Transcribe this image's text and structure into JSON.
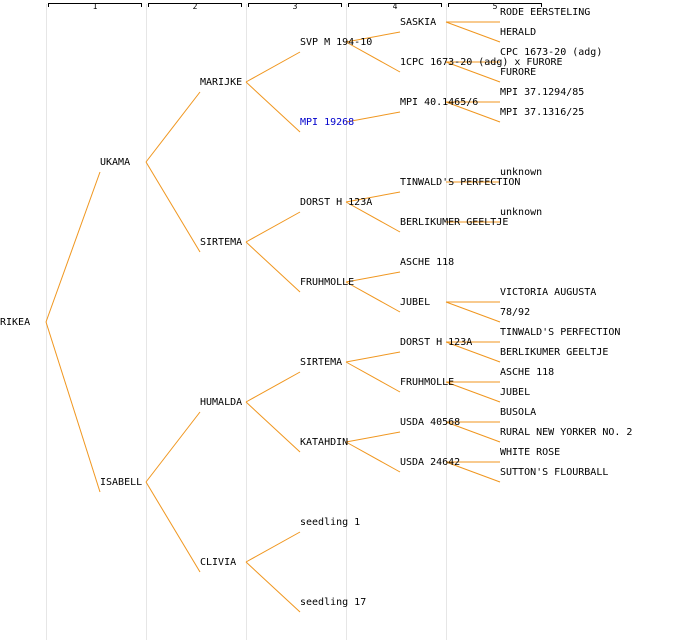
{
  "columns": [
    "1",
    "2",
    "3",
    "4",
    "5"
  ],
  "colors": {
    "edge": "#f0961e",
    "link": "#0000cc",
    "text": "#000000",
    "guide": "#e6e6e6"
  },
  "nodes": {
    "rikea": {
      "label": "RIKEA"
    },
    "ukama": {
      "label": "UKAMA"
    },
    "isabell": {
      "label": "ISABELL"
    },
    "marijke": {
      "label": "MARIJKE"
    },
    "sirtema_a": {
      "label": "SIRTEMA"
    },
    "humalda": {
      "label": "HUMALDA"
    },
    "clivia": {
      "label": "CLIVIA"
    },
    "svp": {
      "label": "SVP M 194-10"
    },
    "mpi19268": {
      "label": "MPI 19268",
      "link": true
    },
    "dorst_a": {
      "label": "DORST H 123A"
    },
    "fruhmolle_a": {
      "label": "FRUHMOLLE"
    },
    "sirtema_b": {
      "label": "SIRTEMA"
    },
    "katahdin": {
      "label": "KATAHDIN"
    },
    "seedling1": {
      "label": "seedling 1"
    },
    "seedling17": {
      "label": "seedling 17"
    },
    "saskia": {
      "label": "SASKIA"
    },
    "cpc1673": {
      "label": "1CPC 1673-20 (adg) x FURORE"
    },
    "mpi40": {
      "label": "MPI 40.1465/6"
    },
    "tinwald_a": {
      "label": "TINWALD'S PERFECTION"
    },
    "berlikumer_a": {
      "label": "BERLIKUMER GEELTJE"
    },
    "asche_a": {
      "label": "ASCHE 118"
    },
    "jubel_a": {
      "label": "JUBEL"
    },
    "dorst_b": {
      "label": "DORST H 123A"
    },
    "fruhmolle_b": {
      "label": "FRUHMOLLE"
    },
    "usda40568": {
      "label": "USDA 40568"
    },
    "usda24642": {
      "label": "USDA 24642"
    },
    "rode": {
      "label": "RODE EERSTELING"
    },
    "herald": {
      "label": "HERALD"
    },
    "cpc_adg": {
      "label": "CPC 1673-20 (adg)"
    },
    "furore": {
      "label": "FURORE"
    },
    "mpi37_1294": {
      "label": "MPI 37.1294/85"
    },
    "mpi37_1316": {
      "label": "MPI 37.1316/25"
    },
    "unknown_a": {
      "label": "unknown"
    },
    "unknown_b": {
      "label": "unknown"
    },
    "victoria": {
      "label": "VICTORIA AUGUSTA"
    },
    "n7892": {
      "label": "78/92"
    },
    "tinwald_b": {
      "label": "TINWALD'S PERFECTION"
    },
    "berlikumer_b": {
      "label": "BERLIKUMER GEELTJE"
    },
    "asche_b": {
      "label": "ASCHE 118"
    },
    "jubel_b": {
      "label": "JUBEL"
    },
    "busola": {
      "label": "BUSOLA"
    },
    "rural": {
      "label": "RURAL NEW YORKER NO. 2"
    },
    "whiterose": {
      "label": "WHITE ROSE"
    },
    "sutton": {
      "label": "SUTTON'S FLOURBALL"
    }
  },
  "edges": [
    [
      "rikea",
      "ukama"
    ],
    [
      "rikea",
      "isabell"
    ],
    [
      "ukama",
      "marijke"
    ],
    [
      "ukama",
      "sirtema_a"
    ],
    [
      "isabell",
      "humalda"
    ],
    [
      "isabell",
      "clivia"
    ],
    [
      "marijke",
      "svp"
    ],
    [
      "marijke",
      "mpi19268"
    ],
    [
      "sirtema_a",
      "dorst_a"
    ],
    [
      "sirtema_a",
      "fruhmolle_a"
    ],
    [
      "humalda",
      "sirtema_b"
    ],
    [
      "humalda",
      "katahdin"
    ],
    [
      "clivia",
      "seedling1"
    ],
    [
      "clivia",
      "seedling17"
    ],
    [
      "svp",
      "saskia"
    ],
    [
      "svp",
      "cpc1673"
    ],
    [
      "mpi19268",
      "mpi40"
    ],
    [
      "dorst_a",
      "tinwald_a"
    ],
    [
      "dorst_a",
      "berlikumer_a"
    ],
    [
      "fruhmolle_a",
      "asche_a"
    ],
    [
      "fruhmolle_a",
      "jubel_a"
    ],
    [
      "sirtema_b",
      "dorst_b"
    ],
    [
      "sirtema_b",
      "fruhmolle_b"
    ],
    [
      "katahdin",
      "usda40568"
    ],
    [
      "katahdin",
      "usda24642"
    ],
    [
      "saskia",
      "rode"
    ],
    [
      "saskia",
      "herald"
    ],
    [
      "cpc1673",
      "cpc_adg"
    ],
    [
      "cpc1673",
      "furore"
    ],
    [
      "mpi40",
      "mpi37_1294"
    ],
    [
      "mpi40",
      "mpi37_1316"
    ],
    [
      "tinwald_a",
      "unknown_a"
    ],
    [
      "berlikumer_a",
      "unknown_b"
    ],
    [
      "jubel_a",
      "victoria"
    ],
    [
      "jubel_a",
      "n7892"
    ],
    [
      "dorst_b",
      "tinwald_b"
    ],
    [
      "dorst_b",
      "berlikumer_b"
    ],
    [
      "fruhmolle_b",
      "asche_b"
    ],
    [
      "fruhmolle_b",
      "jubel_b"
    ],
    [
      "usda40568",
      "busola"
    ],
    [
      "usda40568",
      "rural"
    ],
    [
      "usda24642",
      "whiterose"
    ],
    [
      "usda24642",
      "sutton"
    ]
  ]
}
